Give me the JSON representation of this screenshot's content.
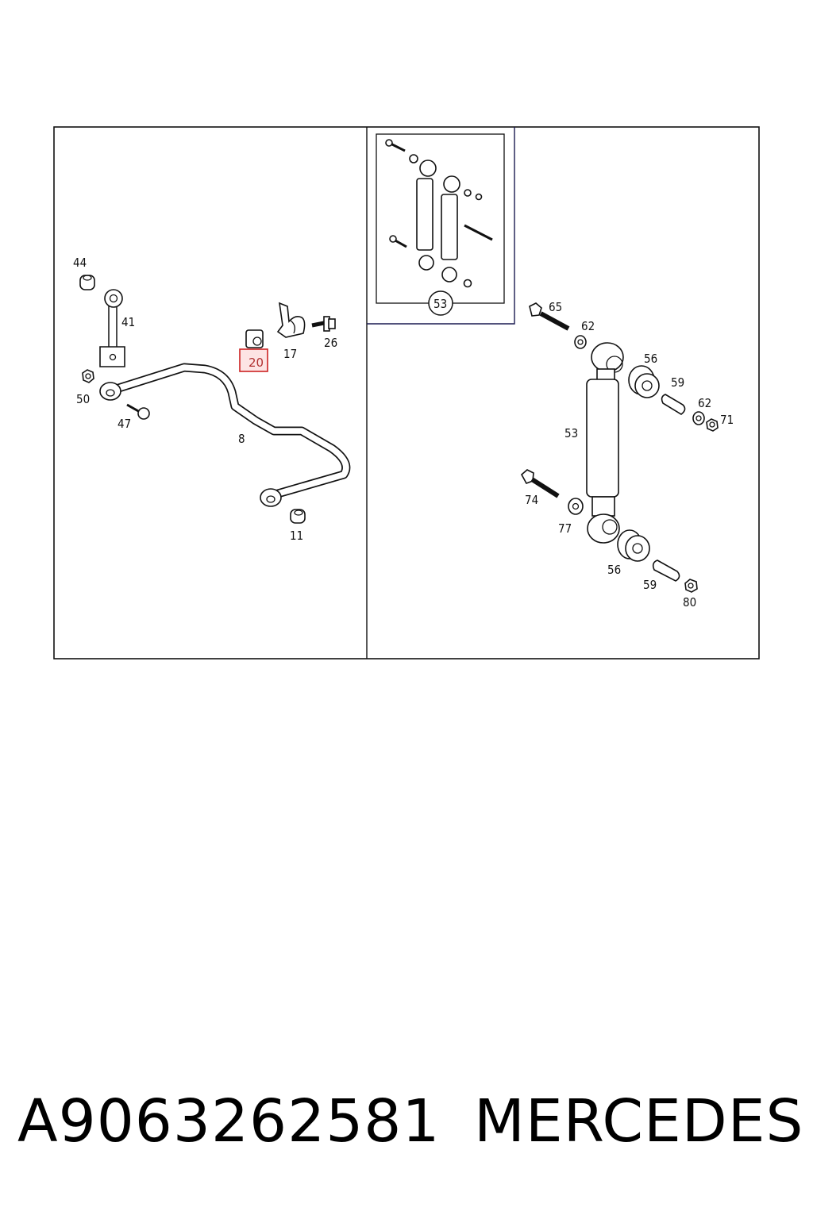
{
  "labels": {
    "l44": "44",
    "l41": "41",
    "l50": "50",
    "l47": "47",
    "l8": "8",
    "l20": "20",
    "l17": "17",
    "l26": "26",
    "l11": "11",
    "l53inset": "53",
    "l65": "65",
    "l62a": "62",
    "l56a": "56",
    "l59a": "59",
    "l62b": "62",
    "l71": "71",
    "l53": "53",
    "l74": "74",
    "l77": "77",
    "l56b": "56",
    "l59b": "59",
    "l80": "80"
  },
  "highlight": {
    "label_key": "l20",
    "color": "#cc2222"
  },
  "caption": {
    "part_number": "A9063262581",
    "brand": "MERCEDES"
  }
}
